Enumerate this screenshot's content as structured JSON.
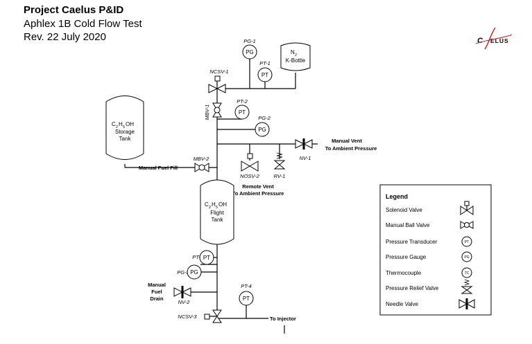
{
  "header": {
    "title": "Project Caelus P&ID",
    "line1": "Aphlex 1B Cold Flow Test",
    "line2": "Rev. 22 July 2020"
  },
  "logo": {
    "text": "ELUS",
    "first_letter": "C"
  },
  "tags": {
    "pg1": "PG-1",
    "pt1": "PT-1",
    "ncsv1": "NCSV-1",
    "mbv1": "MBV-1",
    "pt2": "PT-2",
    "pg2": "PG-2",
    "nv1": "NV-1",
    "nosv2": "NOSV-2",
    "rv1": "RV-1",
    "mbv2": "MBV-2",
    "pt3": "PT-3",
    "pg3": "PG-3",
    "nv2": "NV-2",
    "pt4": "PT-4",
    "ncsv3": "NCSV-3"
  },
  "instruments": {
    "pg": "PG",
    "pt": "PT"
  },
  "tanks": {
    "n2_top": "N",
    "n2_sub": "2",
    "n2_bottom": "K-Bottle",
    "storage_a": "C",
    "storage_b": "2",
    "storage_c": "H",
    "storage_d": "5",
    "storage_e": "OH",
    "storage_l2": "Storage",
    "storage_l3": "Tank",
    "flight_a": "C",
    "flight_b": "2",
    "flight_c": "H",
    "flight_d": "5",
    "flight_e": "OH",
    "flight_l2": "Flight",
    "flight_l3": "Tank"
  },
  "labels": {
    "manual_vent_1": "Manual Vent",
    "manual_vent_2": "To Ambient Pressure",
    "remote_vent_1": "Remote Vent",
    "remote_vent_2": "To Ambient Pressure",
    "manual_fuel_fill": "Manual Fuel Fill",
    "drain_1": "Manual",
    "drain_2": "Fuel",
    "drain_3": "Drain",
    "to_injector": "To Injector"
  },
  "legend": {
    "title": "Legend",
    "items": [
      {
        "label": "Solenoid Valve",
        "icon": "solenoid-valve-icon"
      },
      {
        "label": "Manual Ball Valve",
        "icon": "manual-ball-valve-icon"
      },
      {
        "label": "Pressure Transducer",
        "icon": "pressure-transducer-icon",
        "glyph": "PT"
      },
      {
        "label": "Pressure Gauge",
        "icon": "pressure-gauge-icon",
        "glyph": "PG"
      },
      {
        "label": "Thermocouple",
        "icon": "thermocouple-icon",
        "glyph": "TC"
      },
      {
        "label": "Pressure Relief Valve",
        "icon": "pressure-relief-valve-icon"
      },
      {
        "label": "Needle Valve",
        "icon": "needle-valve-icon"
      }
    ]
  }
}
